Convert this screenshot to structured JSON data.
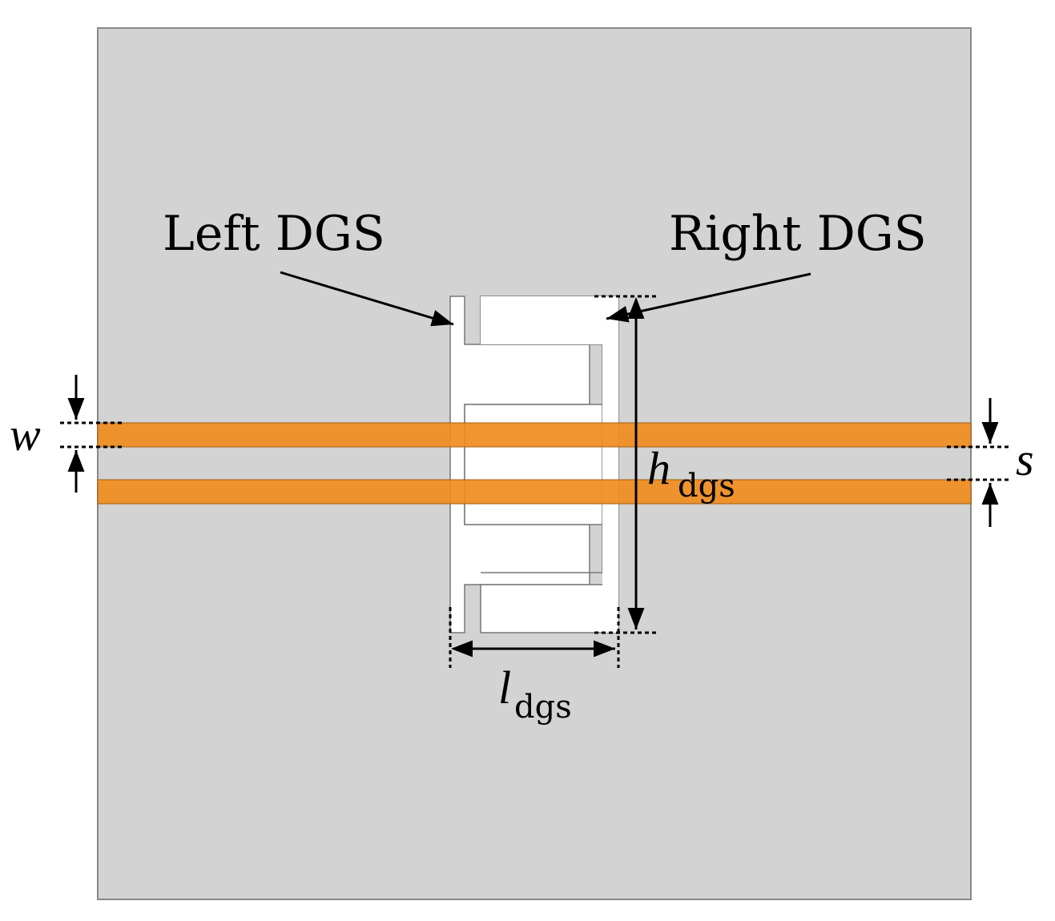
{
  "colors": {
    "ground_plane": "#d3d3d3",
    "ground_border": "#888888",
    "microstrip": "#f08c1e",
    "slot": "#ffffff",
    "annotation": "#000000"
  },
  "labels": {
    "left_dgs": "Left DGS",
    "right_dgs": "Right DGS"
  },
  "dimensions": {
    "w": {
      "symbol": "w"
    },
    "s": {
      "symbol": "s"
    },
    "h_dgs": {
      "symbol": "h",
      "subscript": "dgs"
    },
    "l_dgs": {
      "symbol": "l",
      "subscript": "dgs"
    }
  }
}
